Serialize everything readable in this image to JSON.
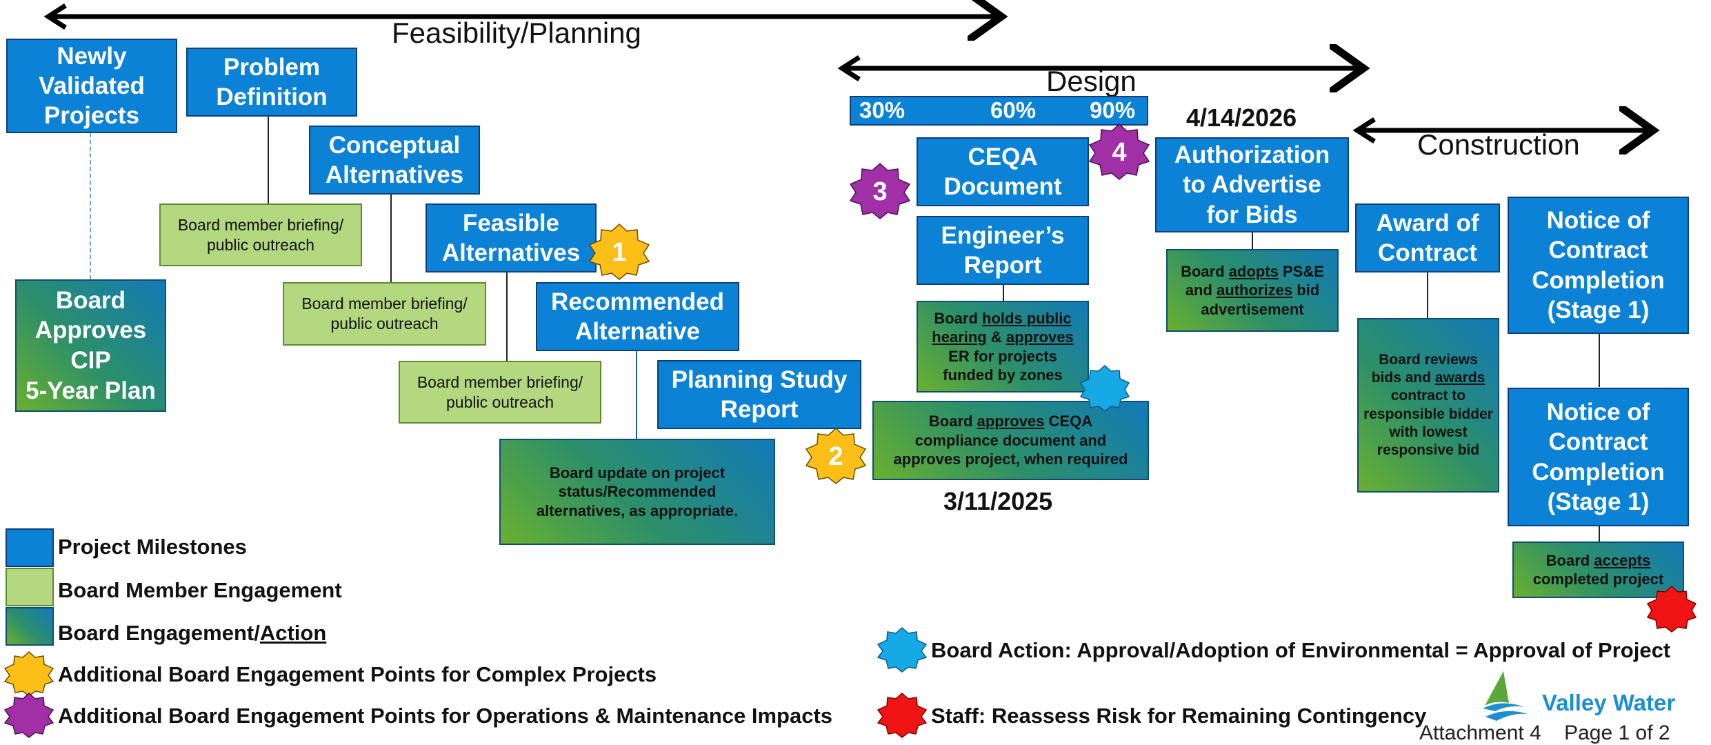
{
  "phases": {
    "feasibility": "Feasibility/Planning",
    "design": "Design",
    "construction": "Construction"
  },
  "design_percents": [
    "30%",
    "60%",
    "90%"
  ],
  "dates": {
    "authorization": "4/14/2026",
    "ceqa": "3/11/2025"
  },
  "milestones": {
    "newly_validated": [
      "Newly",
      "Validated",
      "Projects"
    ],
    "problem_definition": [
      "Problem",
      "Definition"
    ],
    "conceptual_alternatives": [
      "Conceptual",
      "Alternatives"
    ],
    "feasible_alternatives": [
      "Feasible",
      "Alternatives"
    ],
    "recommended_alternative": [
      "Recommended",
      "Alternative"
    ],
    "planning_study_report": [
      "Planning Study",
      "Report"
    ],
    "ceqa_document": [
      "CEQA",
      "Document"
    ],
    "engineers_report": [
      "Engineer’s",
      "Report"
    ],
    "authorization_to_advertise": [
      "Authorization",
      "to Advertise",
      "for Bids"
    ],
    "award_of_contract": [
      "Award of",
      "Contract"
    ],
    "notice_completion_1": [
      "Notice of",
      "Contract",
      "Completion",
      "(Stage 1)"
    ],
    "notice_completion_2": [
      "Notice of",
      "Contract",
      "Completion",
      "(Stage 1)"
    ]
  },
  "board_approves_cip": [
    "Board",
    "Approves",
    "CIP",
    "5-Year Plan"
  ],
  "engagement": {
    "briefing_1": [
      "Board member briefing/",
      "public outreach"
    ],
    "briefing_2": [
      "Board member briefing/",
      "public outreach"
    ],
    "briefing_3": [
      "Board member briefing/",
      "public outreach"
    ]
  },
  "actions": {
    "board_update": [
      "Board update on project",
      "status/Recommended",
      "alternatives, as appropriate."
    ],
    "holds_hearing": {
      "l1a": "Board ",
      "l1u": "holds public",
      "l2u": "hearing",
      "l2b": " & ",
      "l2c": "approves",
      "l3": "ER for projects",
      "l4": "funded by zones"
    },
    "approves_ceqa": {
      "l1a": "Board ",
      "l1u": "approves",
      "l1b": " CEQA",
      "l2": "compliance document and",
      "l3": "approves project, when required"
    },
    "adopts_pse": {
      "l1a": "Board ",
      "l1u": "adopts",
      "l1b": " PS&E",
      "l2a": "and ",
      "l2u": "authorizes",
      "l2b": " bid",
      "l3": "advertisement"
    },
    "reviews_bids": {
      "l1": "Board reviews",
      "l2a": "bids and ",
      "l2u": "awards",
      "l3": "contract to",
      "l4": "responsible bidder",
      "l5": "with lowest",
      "l6": "responsive bid"
    },
    "accepts_project": {
      "l1a": "Board ",
      "l1u": "accepts",
      "l2": "completed project"
    }
  },
  "badges": [
    "1",
    "2",
    "3",
    "4"
  ],
  "legend": {
    "project_milestones": "Project Milestones",
    "board_member_engagement": "Board Member Engagement",
    "board_engagement_action_a": "Board Engagement/",
    "board_engagement_action_u": "Action",
    "additional_complex": "Additional Board Engagement Points for Complex Projects",
    "additional_om": "Additional Board Engagement Points for Operations & Maintenance Impacts",
    "board_action_env": "Board Action: Approval/Adoption of Environmental = Approval of Project",
    "staff_reassess": "Staff: Reassess Risk for Remaining Contingency"
  },
  "logo_text": "Valley Water",
  "footer": "Attachment 4    Page 1 of 2",
  "colors": {
    "milestone_blue": "#0b82d6",
    "engagement_green": "#b3d880",
    "badge_yellow": "#fbbf17",
    "badge_purple": "#a12fa6",
    "badge_cyan": "#16a9e6",
    "badge_red": "#f01414"
  }
}
